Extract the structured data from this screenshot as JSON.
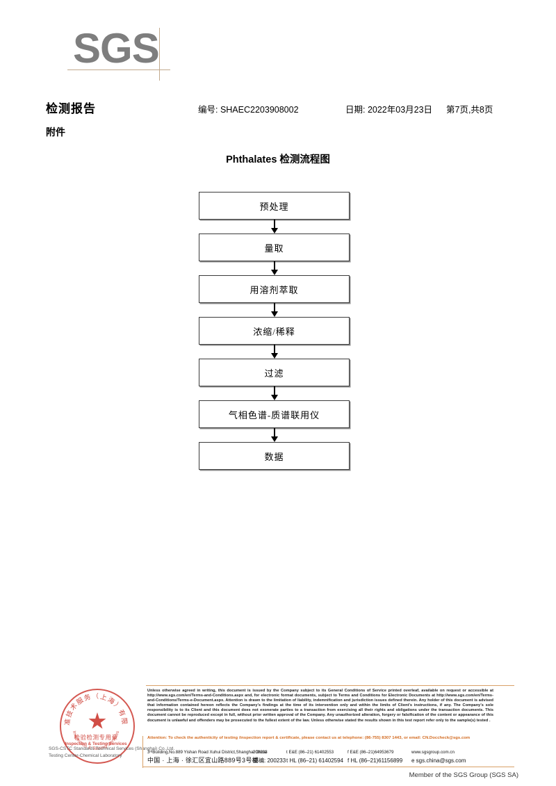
{
  "brand": {
    "logo_text": "SGS"
  },
  "header": {
    "report_title": "检测报告",
    "attachment_label": "附件",
    "report_no": "编号: SHAEC2203908002",
    "date": "日期: 2022年03月23日",
    "page": "第7页,共8页"
  },
  "flowchart": {
    "title": "Phthalates 检测流程图",
    "nodes": [
      {
        "label": "预处理"
      },
      {
        "label": "量取"
      },
      {
        "label": "用溶剂萃取"
      },
      {
        "label": "浓缩/稀释"
      },
      {
        "label": "过滤"
      },
      {
        "label": "气相色谱-质谱联用仪"
      },
      {
        "label": "数据"
      }
    ]
  },
  "stamp": {
    "arc_cn": "标准技术服务（上海）有限公",
    "arc_en": "Inspection & Testing Services",
    "center_cn": "检验检测专用章",
    "center_en": "Inspection & Testing Services",
    "color": "#cc3b32"
  },
  "footer": {
    "legal": "Unless otherwise agreed in writing, this document is issued by the Company subject to its General Conditions of Service printed overleaf, available on request or accessible at http://www.sgs.com/en/Terms-and-Conditions.aspx and, for electronic format documents, subject to Terms and Conditions for Electronic Documents at http://www.sgs.com/en/Terms-and-Conditions/Terms-e-Document.aspx. Attention is drawn to the limitation of liability, indemnification and jurisdiction issues defined therein. Any holder of this document is advised that information contained hereon reflects the Company's findings at the time of its intervention only and within the limits of Client's instructions, if any. The Company's sole responsibility is to its Client and this document does not exonerate parties to a transaction from exercising all their rights and obligations under the transaction documents. This document cannot be reproduced except in full, without prior written approval of the Company. Any unauthorized alteration, forgery or falsification of the content or appearance of this document is unlawful and offenders may be prosecuted to the fullest extent of the law. Unless otherwise stated the results shown in this test report refer only to the sample(s) tested .",
    "attention": "Attention: To check the authenticity of testing /inspection report & certificate, please contact us at telephone: (86-755) 8307 1443, or email: CN.Doccheck@sgs.com",
    "attention_color": "#d2691e",
    "company_line1": "SGS-CSTC Standards Technical Services (Shanghai) Co.,Ltd.",
    "company_line2": "Testing Center-Chemical Laboratory",
    "address_en": "3ʳᵈBuilding,No.889 Yishan Road Xuhui District,Shanghai China",
    "address_cn": "中国 · 上海 · 徐汇区宜山路889号3号楼",
    "zip_en": "200233",
    "zip_cn": "邮编: 200233",
    "tel1_en": "t E&E (86–21) 61402553",
    "tel2_en": "f E&E (86–21)64953679",
    "tel1_cn": "t HL (86–21) 61402594",
    "tel2_cn": "f HL (86–21)61156899",
    "web": "www.sgsgroup.com.cn",
    "email": "e sgs.china@sgs.com",
    "member": "Member of the SGS Group (SGS SA)"
  }
}
